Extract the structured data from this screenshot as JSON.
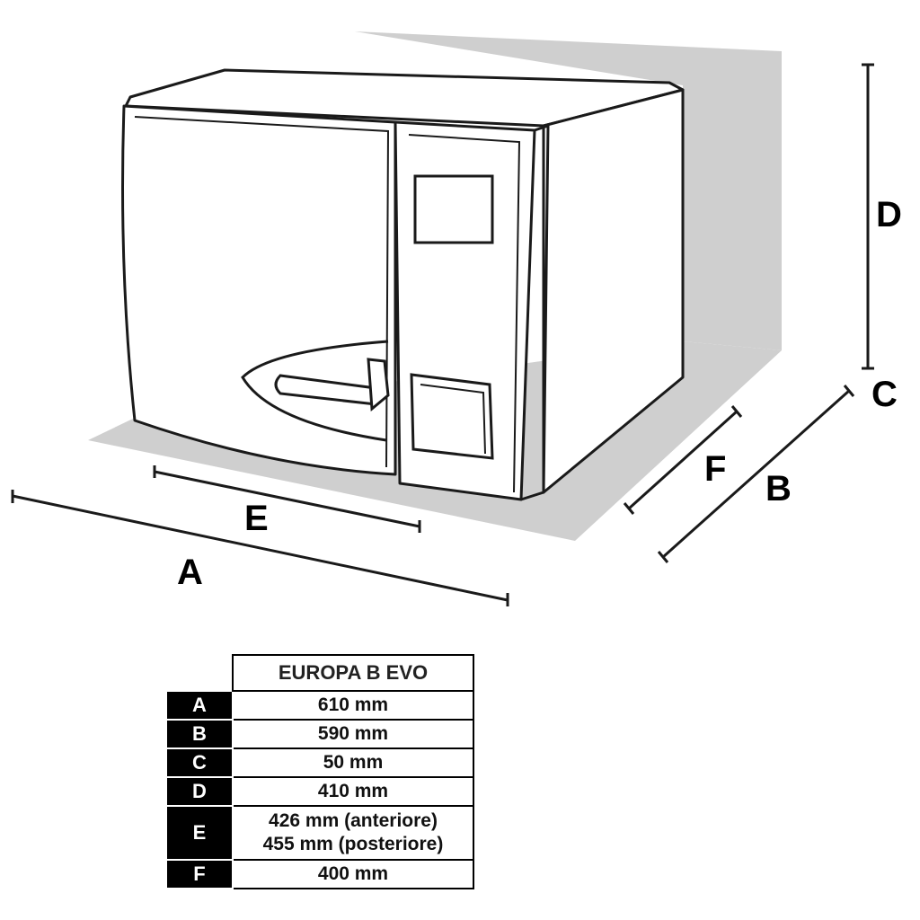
{
  "diagram": {
    "labels": {
      "A": "A",
      "B": "B",
      "C": "C",
      "D": "D",
      "E": "E",
      "F": "F"
    }
  },
  "table": {
    "model": "EUROPA B EVO",
    "rows": [
      {
        "key": "A",
        "values": [
          "610 mm"
        ]
      },
      {
        "key": "B",
        "values": [
          "590 mm"
        ]
      },
      {
        "key": "C",
        "values": [
          "50 mm"
        ]
      },
      {
        "key": "D",
        "values": [
          "410 mm"
        ]
      },
      {
        "key": "E",
        "values": [
          "426 mm (anteriore)",
          "455 mm (posteriore)"
        ]
      },
      {
        "key": "F",
        "values": [
          "400 mm"
        ]
      }
    ]
  },
  "colors": {
    "shadow": "#cfcfcf",
    "line": "#1a1a1a",
    "key_cell": "#000000"
  }
}
